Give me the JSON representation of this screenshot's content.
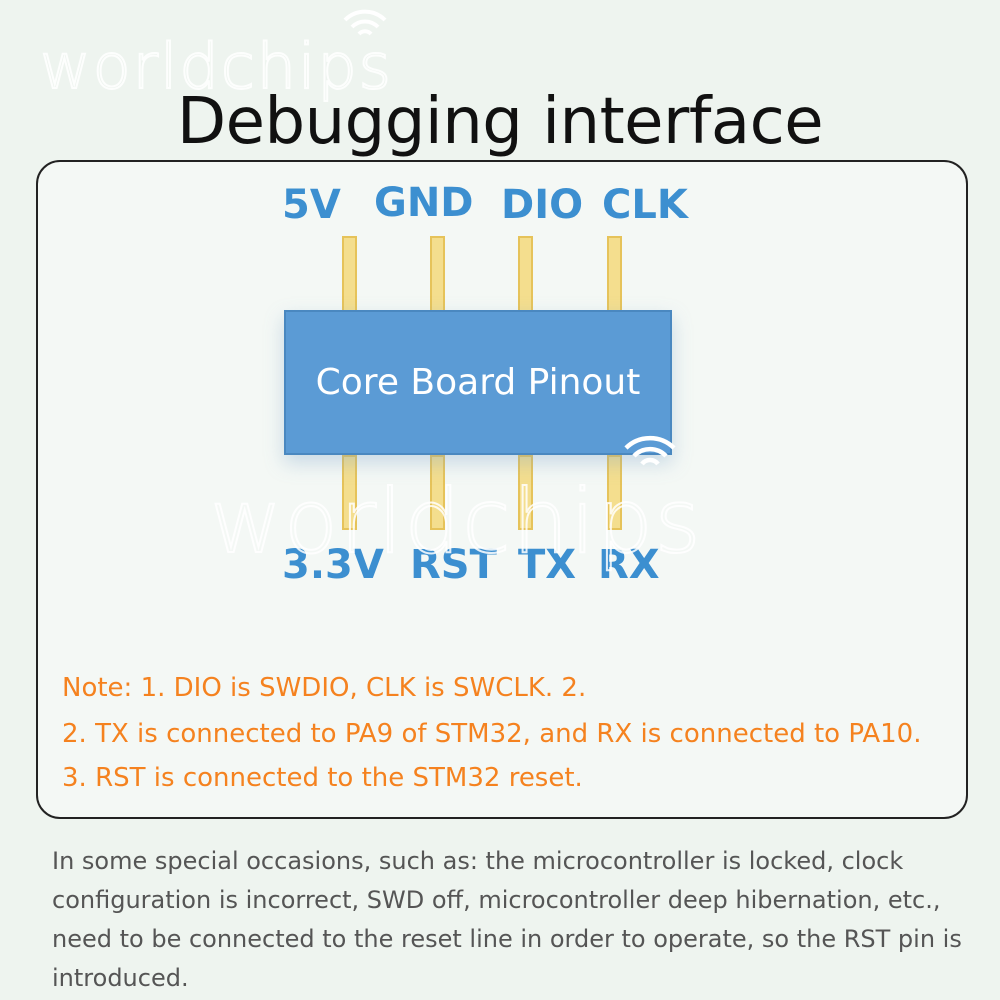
{
  "watermark": {
    "text": "worldchips"
  },
  "title": "Debugging interface",
  "diagram": {
    "chip_label": "Core Board Pinout",
    "top_pins": [
      "5V",
      "GND",
      "DIO",
      "CLK"
    ],
    "bottom_pins": [
      "3.3V",
      "RST",
      "TX",
      "RX"
    ]
  },
  "notes": [
    "Note: 1. DIO is SWDIO, CLK is SWCLK. 2.",
    "2. TX is connected to PA9 of STM32, and RX is connected to PA10.",
    "3. RST is connected to the STM32 reset."
  ],
  "footer": "In some special occasions, such as: the microcontroller is locked, clock configuration is incorrect, SWD off, microcontroller deep hibernation, etc., need to be connected to the reset line in order to operate, so the RST pin is introduced.",
  "colors": {
    "background": "#eef4ef",
    "pin_label": "#3c8fd0",
    "chip": "#5b9bd5",
    "pin_fill": "#f4de8e",
    "note": "#f5821f"
  }
}
